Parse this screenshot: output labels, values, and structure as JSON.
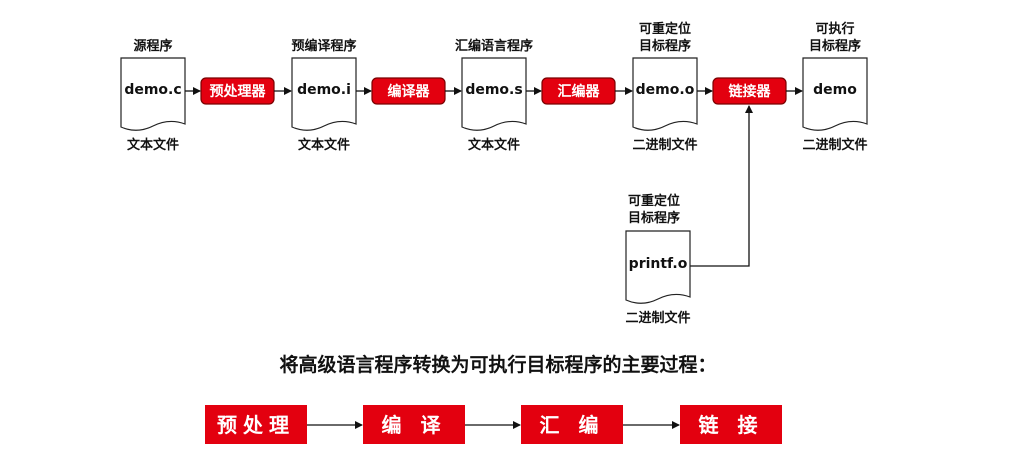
{
  "pipeline": {
    "files": [
      {
        "id": "source",
        "name": "demo.c",
        "top_label": [
          "源程序"
        ],
        "bottom_label": "文本文件"
      },
      {
        "id": "preprocessed",
        "name": "demo.i",
        "top_label": [
          "预编译程序"
        ],
        "bottom_label": "文本文件"
      },
      {
        "id": "assembly",
        "name": "demo.s",
        "top_label": [
          "汇编语言程序"
        ],
        "bottom_label": "文本文件"
      },
      {
        "id": "object",
        "name": "demo.o",
        "top_label": [
          "可重定位",
          "目标程序"
        ],
        "bottom_label": "二进制文件"
      },
      {
        "id": "executable",
        "name": "demo",
        "top_label": [
          "可执行",
          "目标程序"
        ],
        "bottom_label": "二进制文件"
      }
    ],
    "processors": [
      {
        "id": "preprocessor",
        "label": "预处理器"
      },
      {
        "id": "compiler",
        "label": "编译器"
      },
      {
        "id": "assembler",
        "label": "汇编器"
      },
      {
        "id": "linker",
        "label": "链接器"
      }
    ],
    "library": {
      "name": "printf.o",
      "top_label": [
        "可重定位",
        "目标程序"
      ],
      "bottom_label": "二进制文件"
    }
  },
  "summary": {
    "heading": "将高级语言程序转换为可执行目标程序的主要过程：",
    "steps": [
      "预处理",
      "编 译",
      "汇 编",
      "链 接"
    ]
  },
  "colors": {
    "process": "#e3000f",
    "line": "#111111"
  }
}
